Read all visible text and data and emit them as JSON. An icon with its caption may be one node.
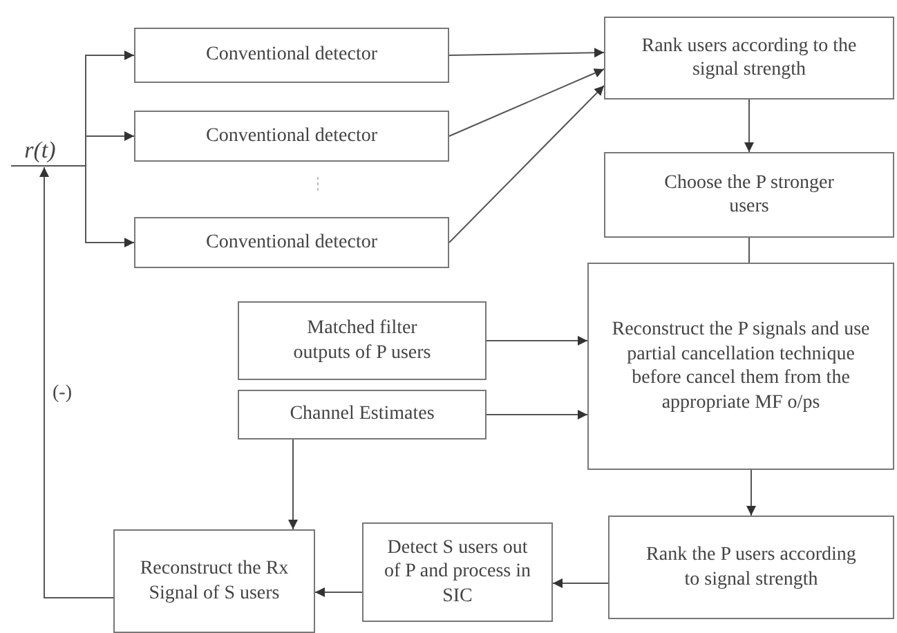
{
  "diagram": {
    "nodes": [
      {
        "text": [
          "r(t)"
        ]
      },
      {
        "text": [
          "Conventional detector"
        ]
      },
      {
        "text": [
          "Conventional detector"
        ]
      },
      {
        "text": [
          "Conventional detector"
        ]
      },
      {
        "text": [
          "Rank users according to the signal strength"
        ]
      },
      {
        "text": [
          "Choose the P stronger users"
        ]
      },
      {
        "text": [
          "Reconstruct the P signals and use partial cancellation technique before cancel them from the appropriate MF o/ps"
        ]
      },
      {
        "text": [
          "Matched filter outputs of P users"
        ]
      },
      {
        "text": [
          "Channel Estimates"
        ]
      },
      {
        "text": [
          "Rank the P users according to signal strength"
        ]
      },
      {
        "text": [
          "Detect S users out of P and process in SIC"
        ]
      },
      {
        "text": [
          "Reconstruct the Rx Signal of S users"
        ]
      }
    ],
    "edges": [
      {
        "from": 0,
        "to": 1,
        "arrow": "to"
      },
      {
        "from": 0,
        "to": 2,
        "arrow": "to"
      },
      {
        "from": 0,
        "to": 3,
        "arrow": "to"
      },
      {
        "from": 1,
        "to": 4,
        "arrow": "to"
      },
      {
        "from": 2,
        "to": 4,
        "arrow": "to"
      },
      {
        "from": 3,
        "to": 4,
        "arrow": "to"
      },
      {
        "from": 4,
        "to": 5,
        "arrow": "to"
      },
      {
        "from": 5,
        "to": 6,
        "arrow": "none"
      },
      {
        "from": 7,
        "to": 6,
        "arrow": "to"
      },
      {
        "from": 8,
        "to": 6,
        "arrow": "to"
      },
      {
        "from": 6,
        "to": 9,
        "arrow": "to"
      },
      {
        "from": 9,
        "to": 10,
        "arrow": "to"
      },
      {
        "from": 10,
        "to": 11,
        "arrow": "to"
      },
      {
        "from": 8,
        "to": 11,
        "arrow": "to"
      },
      {
        "from": 11,
        "to": 0,
        "arrow": "to"
      }
    ],
    "labels": [
      "(-)"
    ]
  }
}
